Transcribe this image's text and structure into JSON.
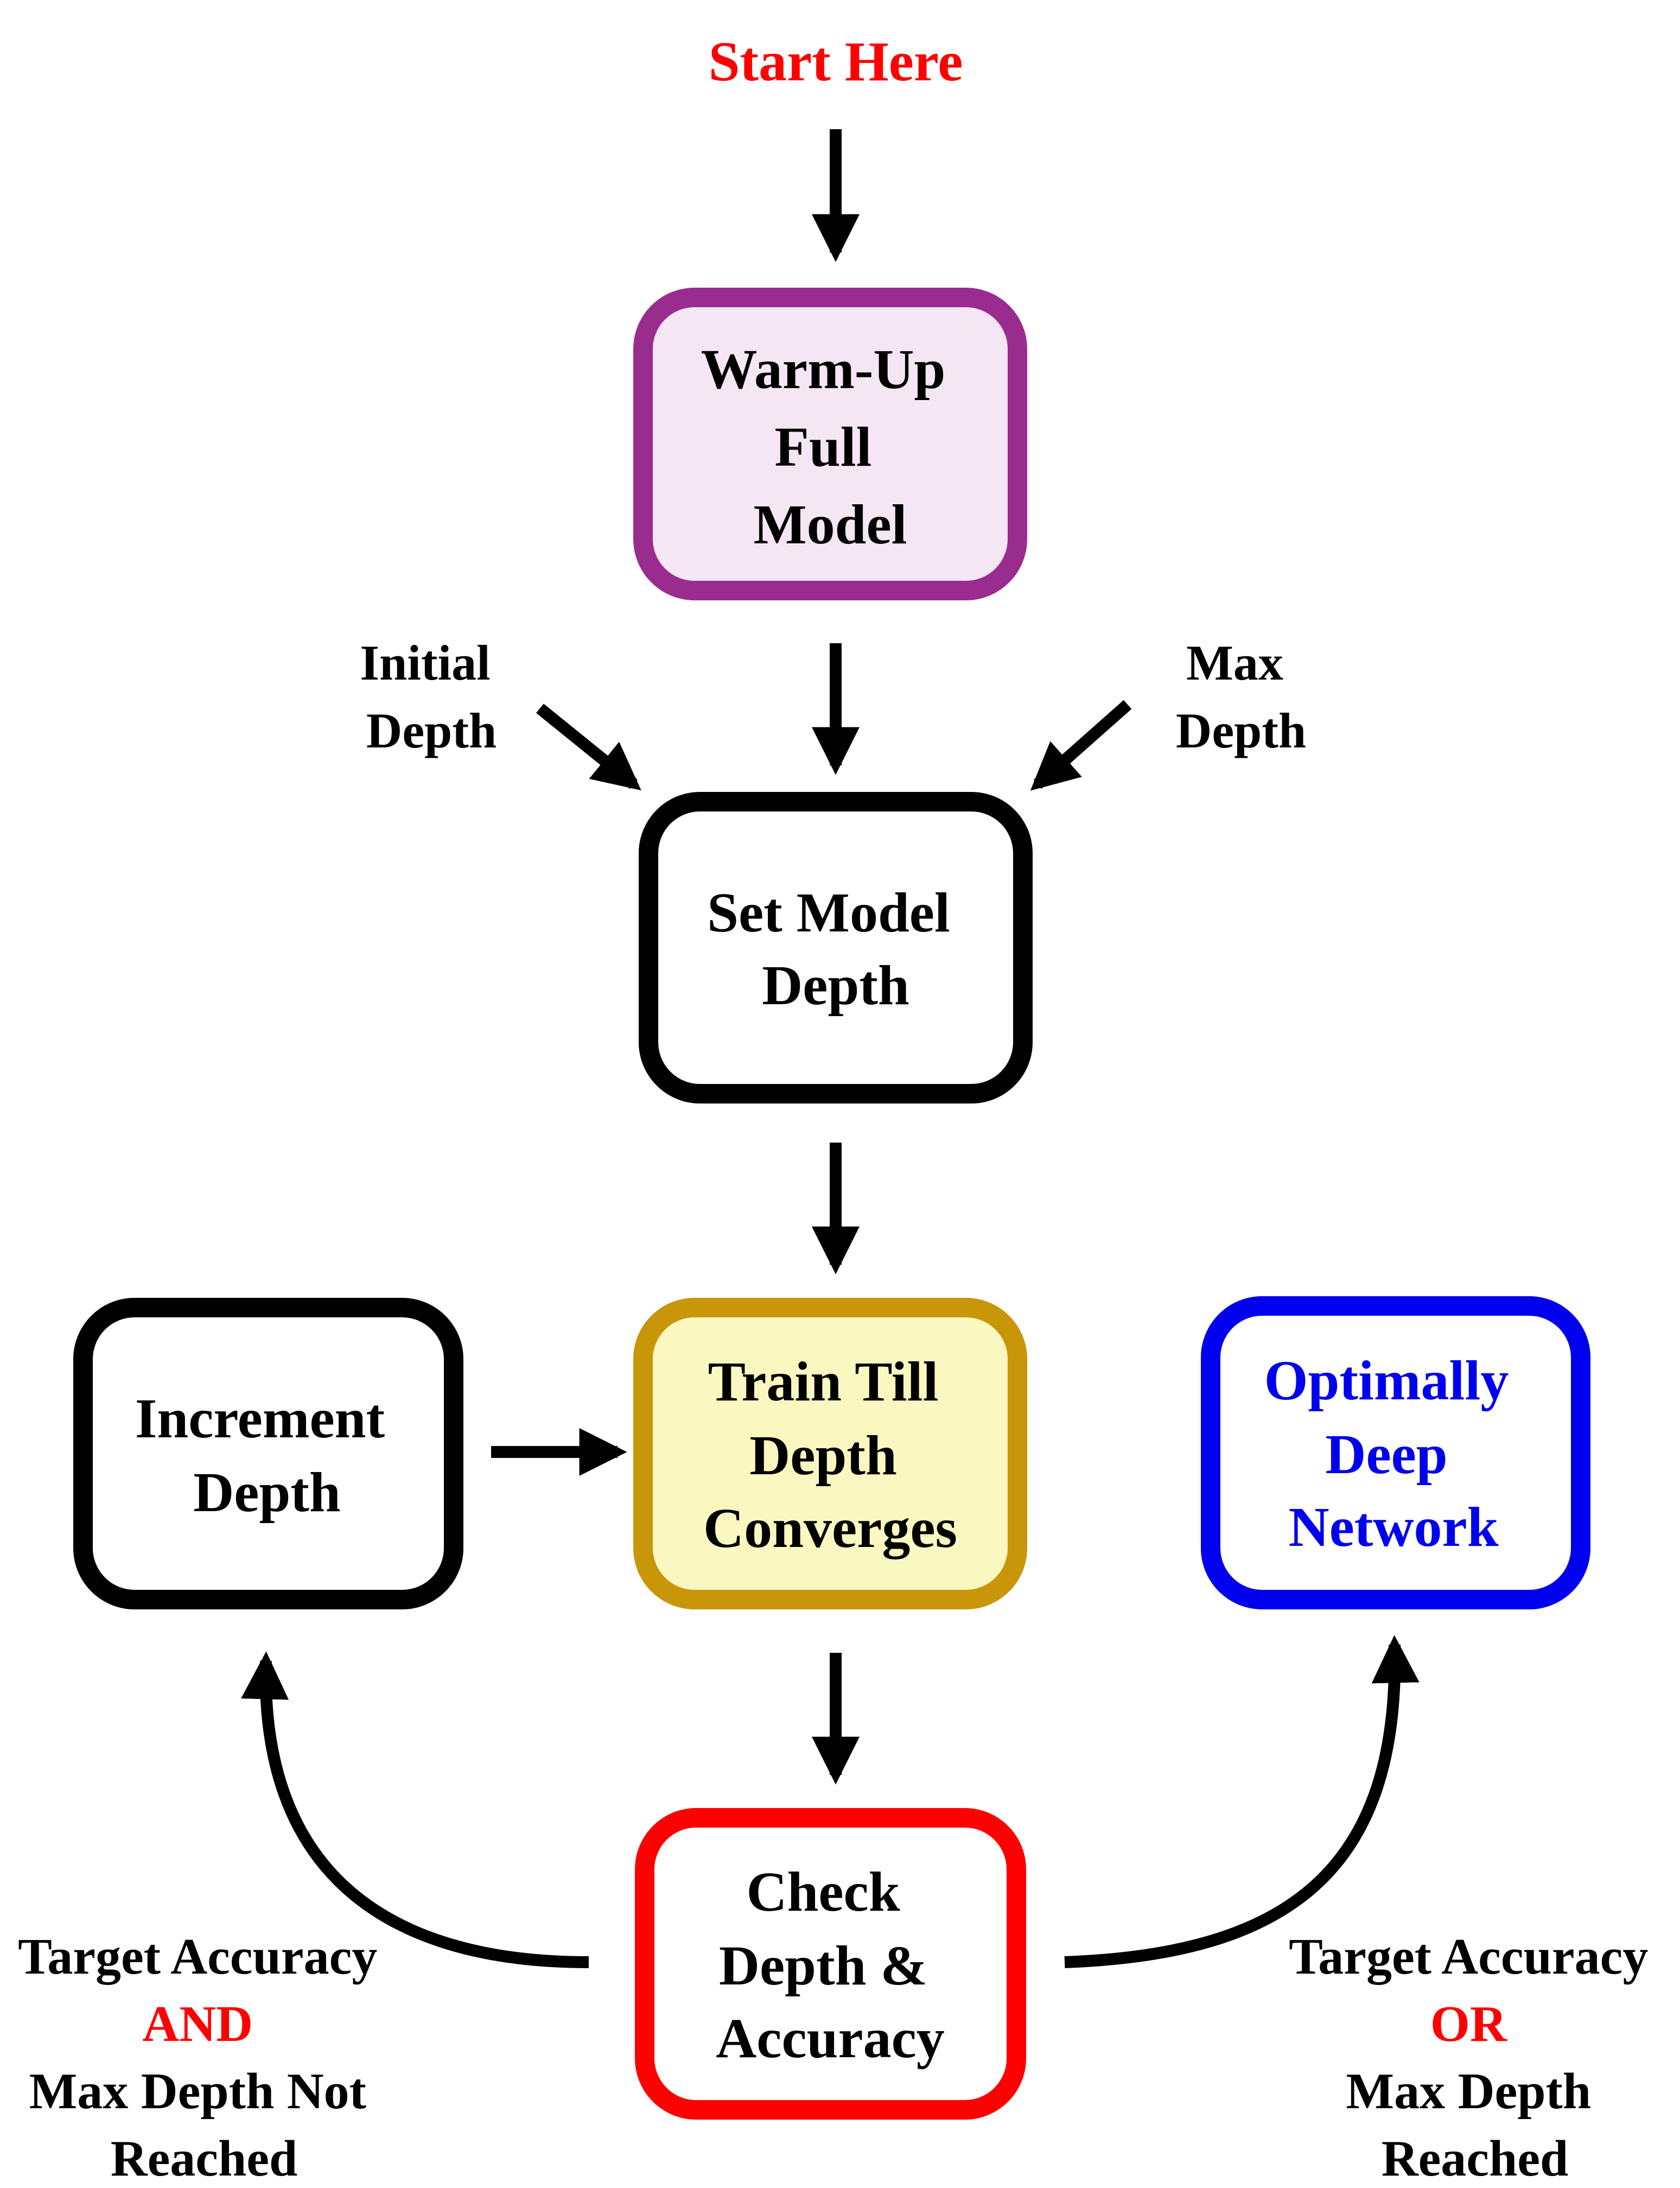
{
  "start_label": "Start Here",
  "colors": {
    "start_text": "#ff0000",
    "warmup_border": "#9b2c8f",
    "warmup_fill": "#f5e6f3",
    "set_depth_border": "#000000",
    "set_depth_fill": "#ffffff",
    "train_border": "#c9960a",
    "train_fill": "#fbf7c0",
    "increment_border": "#000000",
    "increment_fill": "#ffffff",
    "optimal_border": "#0000ee",
    "optimal_fill": "#ffffff",
    "optimal_text": "#0000ee",
    "check_border": "#ff0000",
    "check_fill": "#ffffff",
    "arrow": "#000000",
    "text": "#000000",
    "conjunction": "#ff0000"
  },
  "nodes": {
    "warmup": {
      "lines": [
        "Warm-Up",
        "Full",
        "Model"
      ]
    },
    "set_depth": {
      "lines": [
        "Set Model",
        "Depth"
      ]
    },
    "train": {
      "lines": [
        "Train Till",
        "Depth",
        "Converges"
      ]
    },
    "increment": {
      "lines": [
        "Increment",
        "Depth"
      ]
    },
    "optimal": {
      "lines": [
        "Optimally",
        "Deep",
        "Network"
      ]
    },
    "check": {
      "lines": [
        "Check",
        "Depth &",
        "Accuracy"
      ]
    }
  },
  "inputs": {
    "initial_depth": {
      "lines": [
        "Initial",
        "Depth"
      ]
    },
    "max_depth": {
      "lines": [
        "Max",
        "Depth"
      ]
    }
  },
  "conditions": {
    "left": {
      "line1": "Target Accuracy",
      "conjunction": "AND",
      "line3": "Max Depth Not",
      "line4": "Reached"
    },
    "right": {
      "line1": "Target Accuracy",
      "conjunction": "OR",
      "line3": "Max Depth",
      "line4": "Reached"
    }
  }
}
